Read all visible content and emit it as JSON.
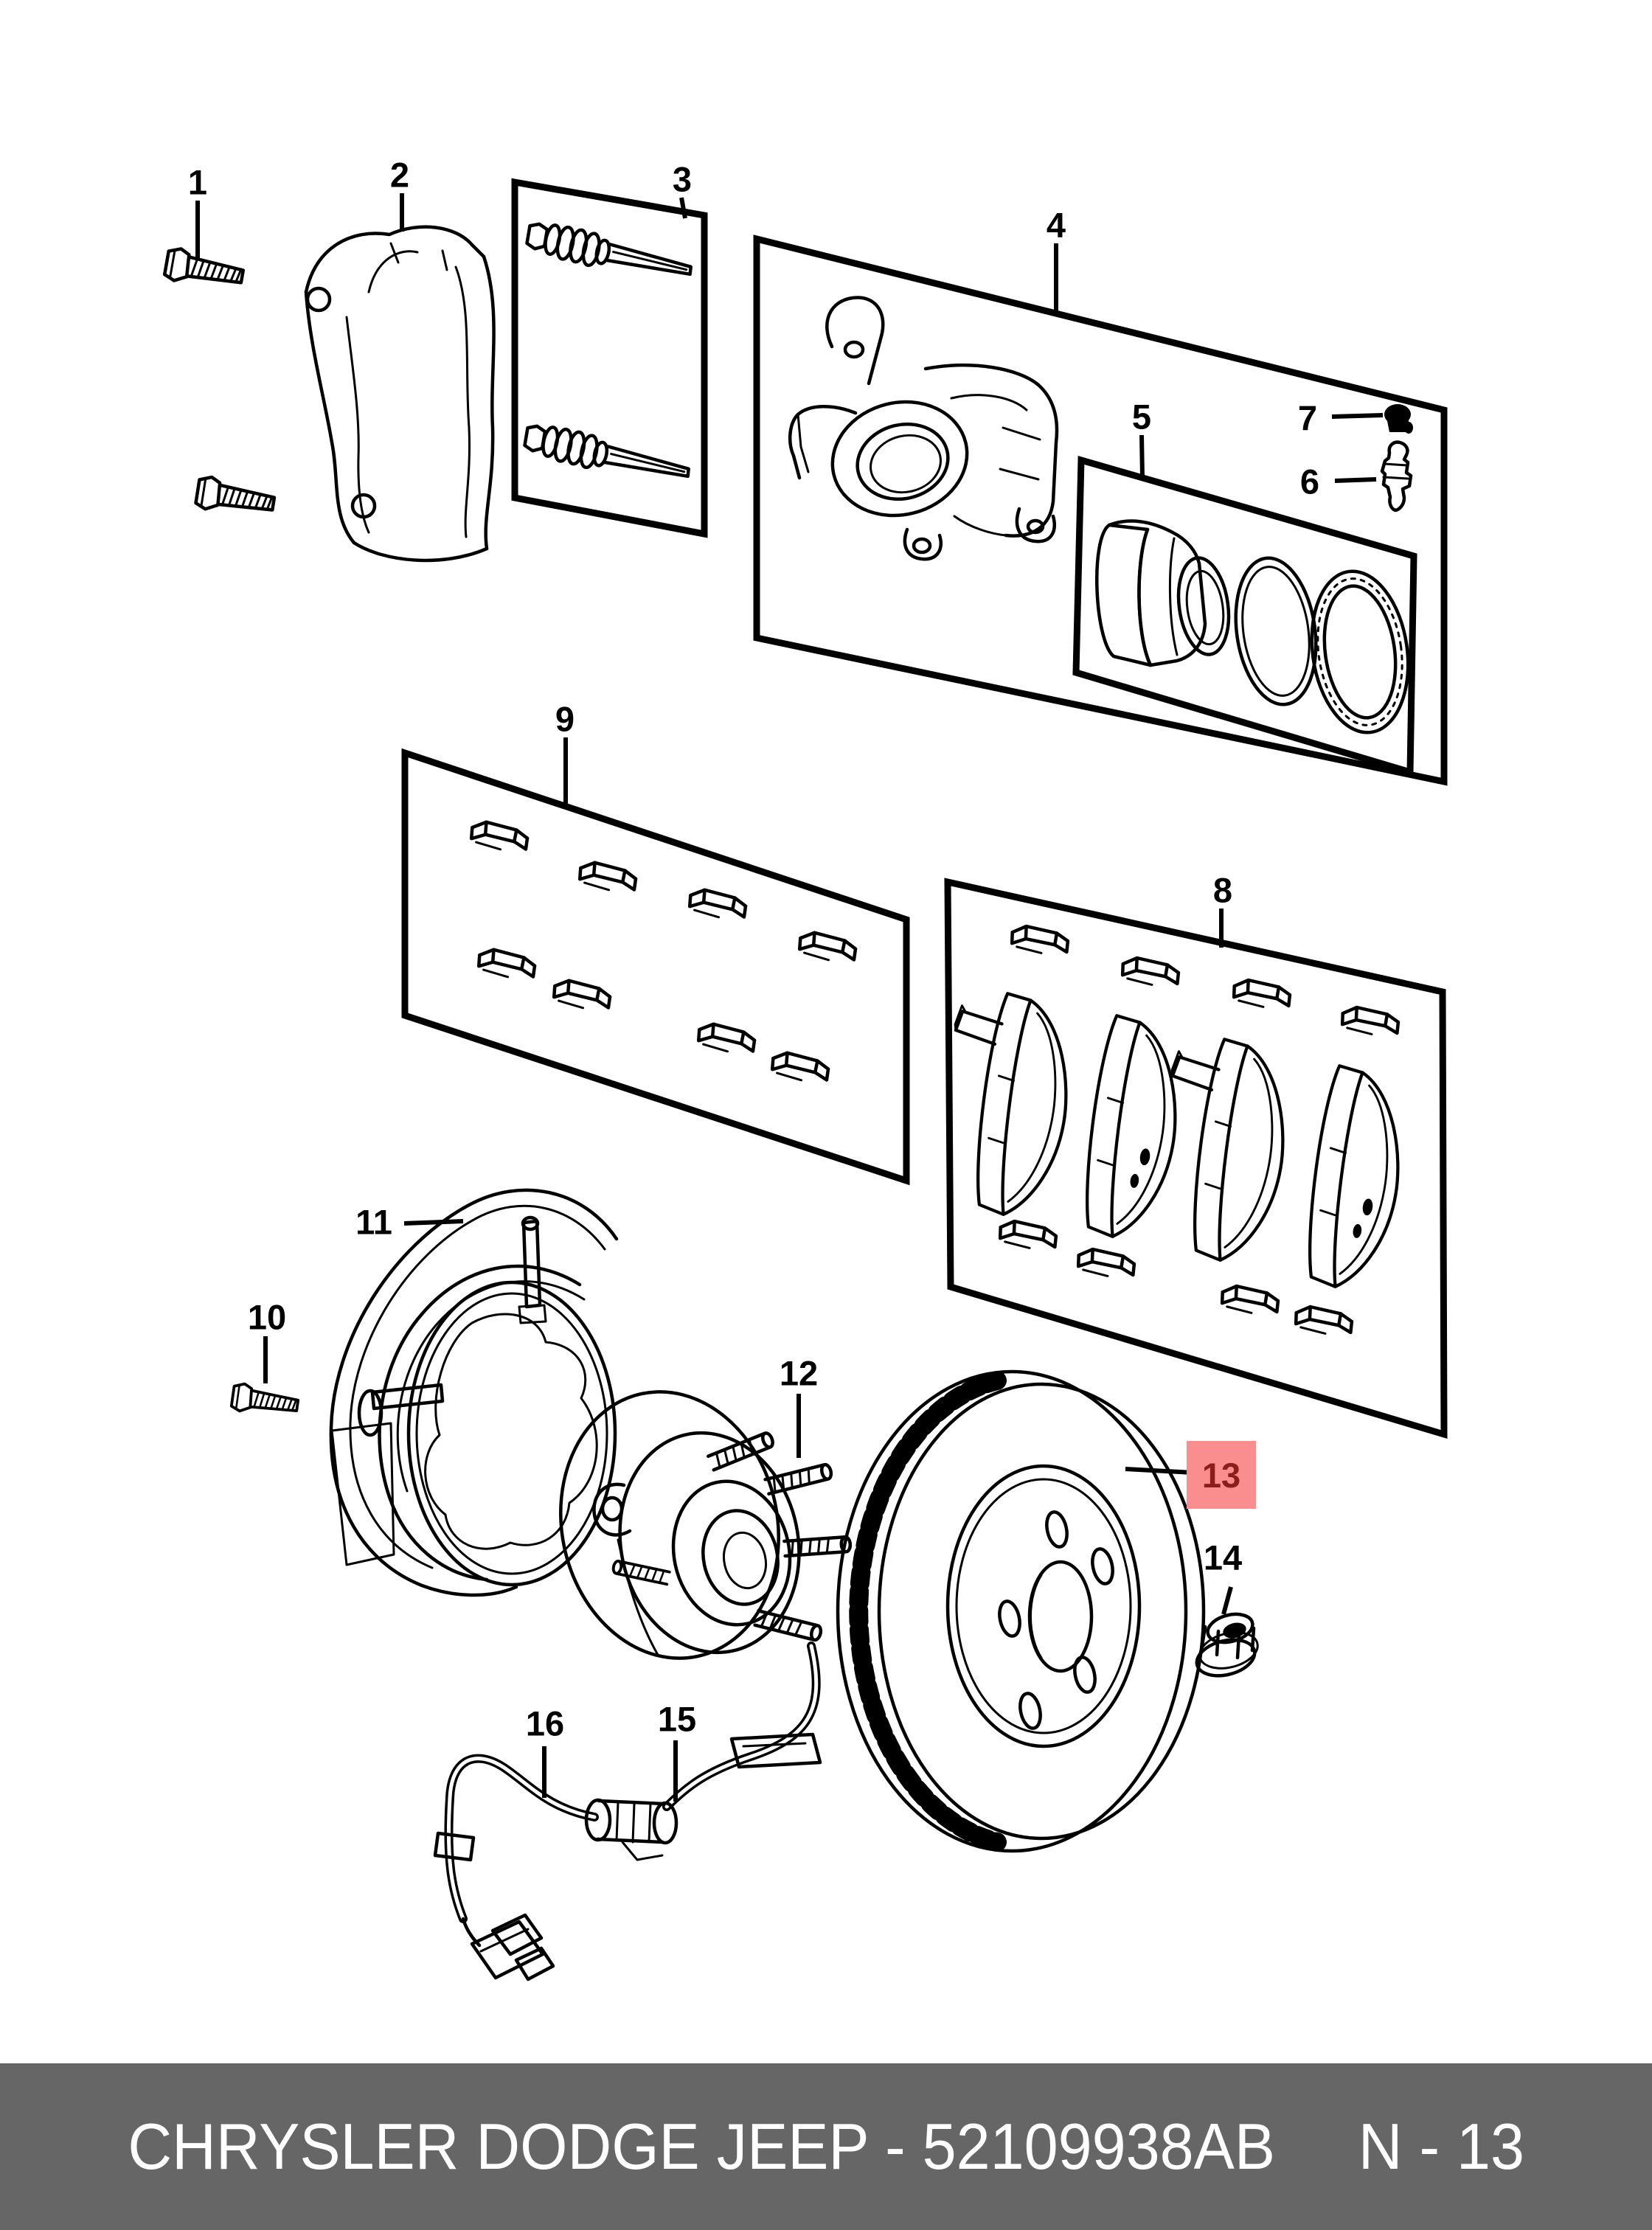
{
  "callouts": [
    {
      "label": "1",
      "highlighted": false
    },
    {
      "label": "2",
      "highlighted": false
    },
    {
      "label": "3",
      "highlighted": false
    },
    {
      "label": "4",
      "highlighted": false
    },
    {
      "label": "5",
      "highlighted": false
    },
    {
      "label": "6",
      "highlighted": false
    },
    {
      "label": "7",
      "highlighted": false
    },
    {
      "label": "8",
      "highlighted": false
    },
    {
      "label": "9",
      "highlighted": false
    },
    {
      "label": "10",
      "highlighted": false
    },
    {
      "label": "11",
      "highlighted": false
    },
    {
      "label": "12",
      "highlighted": false
    },
    {
      "label": "13",
      "highlighted": true
    },
    {
      "label": "14",
      "highlighted": false
    },
    {
      "label": "15",
      "highlighted": false
    },
    {
      "label": "16",
      "highlighted": false
    }
  ],
  "footer": {
    "left": "CHRYSLER DODGE JEEP - 52109938AB",
    "right": "N - 13"
  },
  "colors": {
    "background": "#ffffff",
    "line_art": "#000000",
    "highlight_bg": "#fa8e8e",
    "highlight_text": "#8b1d1d",
    "footer_bg": "#666666",
    "footer_text": "#ffffff"
  }
}
